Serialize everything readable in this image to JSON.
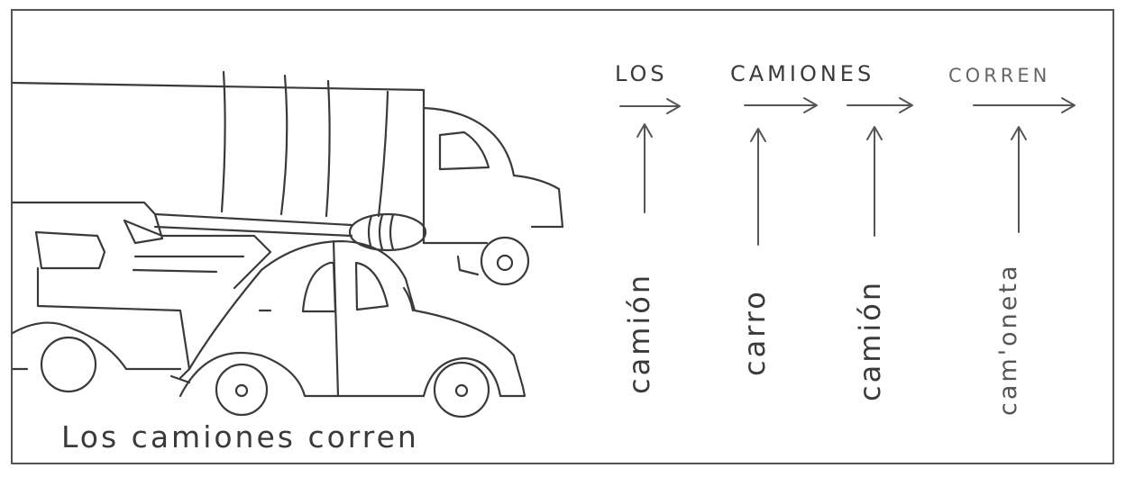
{
  "caption": "Los camiones corren",
  "sentence": {
    "word1": "LOS",
    "word2": "CAMIONES",
    "word3": "CORREN"
  },
  "referents": {
    "r1": "camión",
    "r2": "carro",
    "r3": "camión",
    "r4": "cam'oneta"
  },
  "colors": {
    "ink": "#3a3a3a",
    "paper": "#ffffff"
  }
}
